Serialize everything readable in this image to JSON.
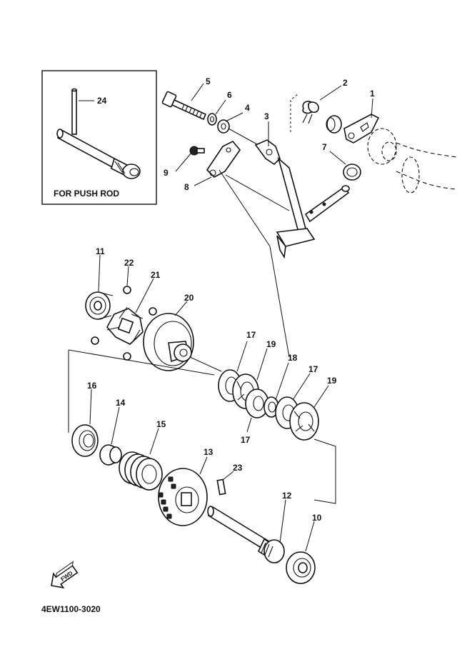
{
  "inset": {
    "title": "FOR PUSH ROD"
  },
  "callouts": {
    "c1": "1",
    "c2": "2",
    "c3": "3",
    "c4": "4",
    "c5": "5",
    "c6": "6",
    "c7": "7",
    "c8": "8",
    "c9": "9",
    "c10": "10",
    "c11": "11",
    "c12": "12",
    "c13": "13",
    "c14": "14",
    "c15": "15",
    "c16": "16",
    "c17a": "17",
    "c17b": "17",
    "c17c": "17",
    "c18": "18",
    "c19a": "19",
    "c19b": "19",
    "c20": "20",
    "c21": "21",
    "c22": "22",
    "c23": "23",
    "c24": "24"
  },
  "direction_arrow": {
    "label": "FWD",
    "icon": "forward-arrow-icon"
  },
  "drawing_code": "4EW1100-3020"
}
